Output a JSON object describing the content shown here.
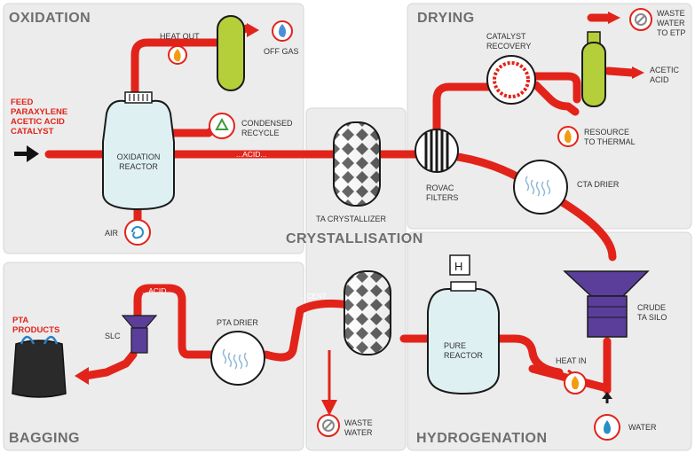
{
  "sections": {
    "oxidation": "OXIDATION",
    "drying": "DRYING",
    "crystallisation": "CRYSTALLISATION",
    "bagging": "BAGGING",
    "hydrogenation": "HYDROGENATION"
  },
  "labels": {
    "feed": [
      "FEED",
      "PARAXYLENE",
      "ACETIC ACID",
      "CATALYST"
    ],
    "heat_out": "HEAT OUT",
    "off_gas": "OFF GAS",
    "condensed_recycle": [
      "CONDENSED",
      "RECYCLE"
    ],
    "oxidation_reactor": [
      "OXIDATION",
      "REACTOR"
    ],
    "air": "AIR",
    "acid_1": "...ACID...",
    "ta_crystallizer": "TA CRYSTALLIZER",
    "catalyst_recovery": [
      "CATALYST",
      "RECOVERY"
    ],
    "waste_water_etp": [
      "WASTE",
      "WATER",
      "TO ETP"
    ],
    "acetic_acid": [
      "ACETIC",
      "ACID"
    ],
    "resource_thermal": [
      "RESOURCE",
      "TO THERMAL"
    ],
    "rovac_filters": [
      "ROVAC",
      "FILTERS"
    ],
    "cta_drier": "CTA DRIER",
    "crude_ta_silo": [
      "CRUDE",
      "TA SILO"
    ],
    "h_symbol": "H",
    "pure_reactor": [
      "PURE",
      "REACTOR"
    ],
    "heat_in": "HEAT IN",
    "water": "WATER",
    "cent": "...CENT...",
    "waste_water": [
      "WASTE",
      "WATER"
    ],
    "pta_drier": "PTA DRIER",
    "acid_2": "...ACID...",
    "slc": "SLC",
    "pta_products": [
      "PTA",
      "PRODUCTS"
    ]
  },
  "colors": {
    "pipe": "#e2231a",
    "panel": "#ececec",
    "vessel": "#dff0f3",
    "column": "#b5cf3b",
    "silo": "#5b3e9a",
    "section_text": "#6e6e6e"
  }
}
